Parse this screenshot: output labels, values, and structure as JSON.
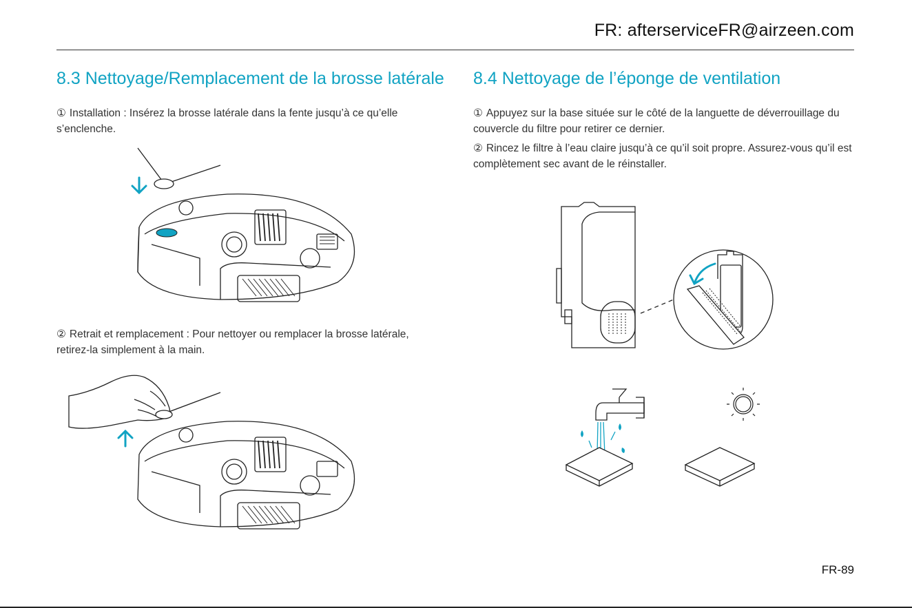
{
  "header": {
    "email": "FR: afterserviceFR@airzeen.com"
  },
  "section_83": {
    "title": "8.3 Nettoyage/Remplacement de la brosse latérale",
    "step1": {
      "num": "①",
      "text": "Installation : Insérez la brosse latérale dans la fente jusqu’à ce qu’elle s’enclenche."
    },
    "step2": {
      "num": "②",
      "text": "Retrait et remplacement : Pour nettoyer ou remplacer la brosse latérale, retirez-la simplement à la main."
    }
  },
  "section_84": {
    "title": "8.4 Nettoyage de l’éponge de ventilation",
    "step1": {
      "num": "①",
      "text": "Appuyez sur la base située sur le côté de la languette de déverrouillage du couvercle du filtre pour retirer ce dernier."
    },
    "step2": {
      "num": "②",
      "text": "Rincez le filtre à l’eau claire jusqu’à ce qu’il soit propre. Assurez-vous qu’il est complètement sec avant de le réinstaller."
    }
  },
  "footer": {
    "page_number": "FR-89"
  },
  "colors": {
    "accent": "#11a3c3",
    "text": "#333333",
    "line": "#222222"
  },
  "icons": [
    "arrow-down-icon",
    "arrow-up-icon",
    "curved-arrow-icon",
    "faucet-icon",
    "sun-icon",
    "water-drop-icon"
  ]
}
